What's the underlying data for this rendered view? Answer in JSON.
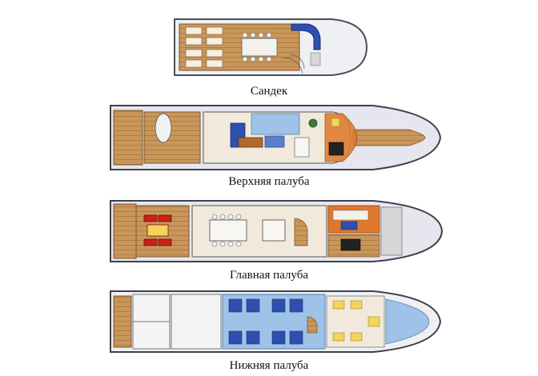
{
  "decks": [
    {
      "id": "sundeck",
      "label": "Сандек"
    },
    {
      "id": "upper",
      "label": "Верхняя палуба"
    },
    {
      "id": "main",
      "label": "Главная палуба"
    },
    {
      "id": "lower",
      "label": "Нижняя палуба"
    }
  ],
  "colors": {
    "teak": "#c9965a",
    "plank": "#a9753f",
    "hull": "#e8e8ee",
    "hull_edge": "#555a66",
    "cream": "#f1eadc",
    "blue": "#2d4fb0",
    "light_blue": "#9fc3e8",
    "red": "#c8201b",
    "orange": "#e0782a",
    "green": "#3f7a3a",
    "yellow": "#f3d45c",
    "grey": "#d6d6d6"
  }
}
